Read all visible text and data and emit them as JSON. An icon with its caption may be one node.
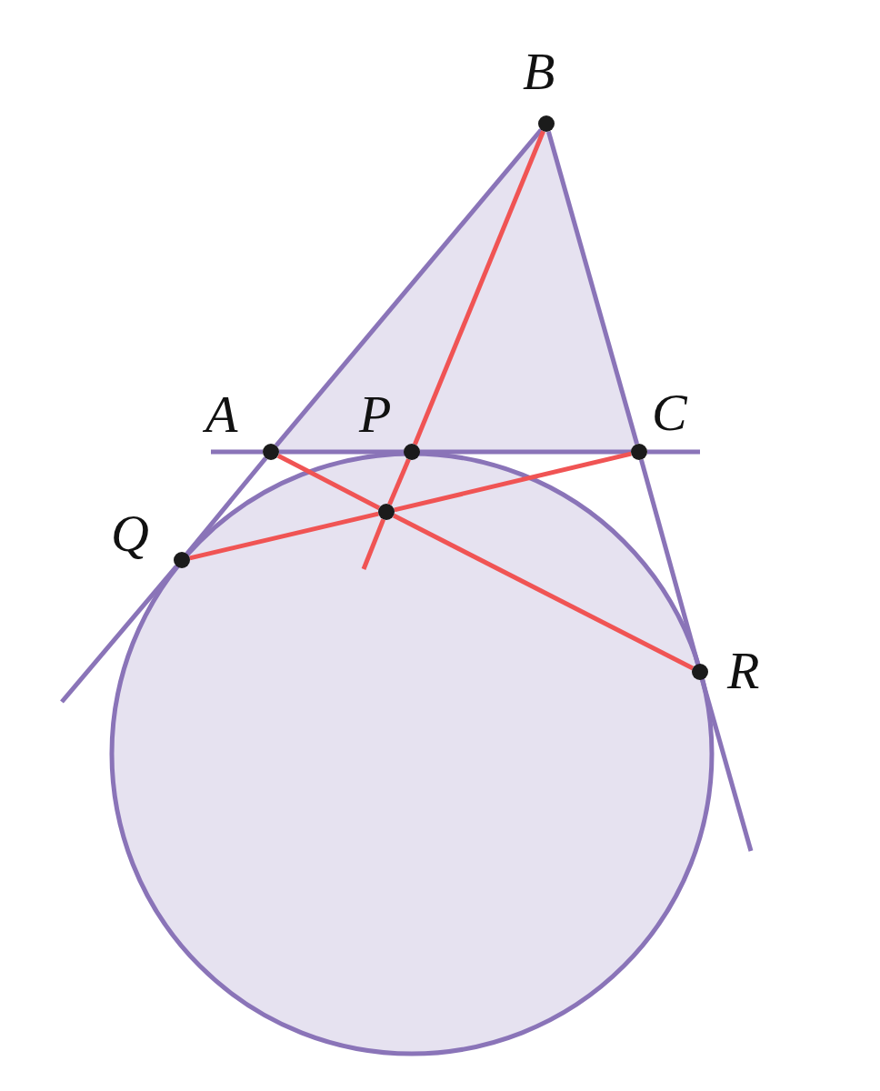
{
  "diagram": {
    "nodes": [
      {
        "text": [
          "B"
        ]
      },
      {
        "text": [
          "A"
        ]
      },
      {
        "text": [
          "P"
        ]
      },
      {
        "text": [
          "C"
        ]
      },
      {
        "text": [
          "Q"
        ]
      },
      {
        "text": [
          "R"
        ]
      },
      {
        "text": [],
        "shape": "circle"
      }
    ],
    "edges": [
      {
        "from": 0,
        "to": 1,
        "arrow": "none"
      },
      {
        "from": 1,
        "to": 4,
        "arrow": "none"
      },
      {
        "from": 4,
        "to": null,
        "arrow": "none"
      },
      {
        "from": 0,
        "to": 3,
        "arrow": "none"
      },
      {
        "from": 3,
        "to": 5,
        "arrow": "none"
      },
      {
        "from": 5,
        "to": null,
        "arrow": "none"
      },
      {
        "from": 1,
        "to": null,
        "arrow": "none"
      },
      {
        "from": 1,
        "to": 2,
        "arrow": "none"
      },
      {
        "from": 2,
        "to": 3,
        "arrow": "none"
      },
      {
        "from": 3,
        "to": null,
        "arrow": "none"
      },
      {
        "from": 0,
        "to": 2,
        "arrow": "none",
        "color": "#f05454"
      },
      {
        "from": 2,
        "to": 6,
        "arrow": "none",
        "color": "#f05454"
      },
      {
        "from": 6,
        "to": null,
        "arrow": "none",
        "color": "#f05454"
      },
      {
        "from": 4,
        "to": 6,
        "arrow": "none",
        "color": "#f05454"
      },
      {
        "from": 6,
        "to": 3,
        "arrow": "none",
        "color": "#f05454"
      },
      {
        "from": 1,
        "to": 6,
        "arrow": "none",
        "color": "#f05454"
      },
      {
        "from": 6,
        "to": 5,
        "arrow": "none",
        "color": "#f05454"
      }
    ]
  }
}
